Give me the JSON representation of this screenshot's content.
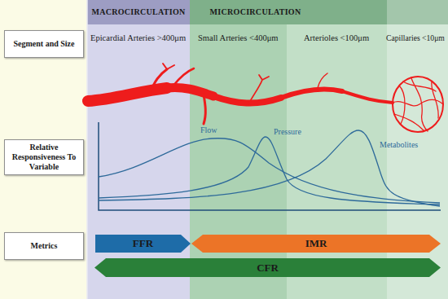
{
  "diagram": {
    "nodes": [
      {
        "text": [
          "MACROCIRCULATION"
        ]
      },
      {
        "text": [
          "MICROCIRCULATION"
        ]
      },
      {
        "text": [
          "Segment and Size"
        ]
      },
      {
        "text": [
          "Relative Responsiveness To Variable"
        ]
      },
      {
        "text": [
          "Metrics"
        ]
      },
      {
        "text": [
          "FFR"
        ]
      },
      {
        "text": [
          "IMR"
        ]
      },
      {
        "text": [
          "CFR"
        ]
      }
    ],
    "labels": [
      "Epicardial Arteries >400μm",
      "Small Arteries <400μm",
      "Arterioles <100μm",
      "Capillaries <10μm",
      "Flow",
      "Pressure",
      "Metabolites"
    ]
  }
}
